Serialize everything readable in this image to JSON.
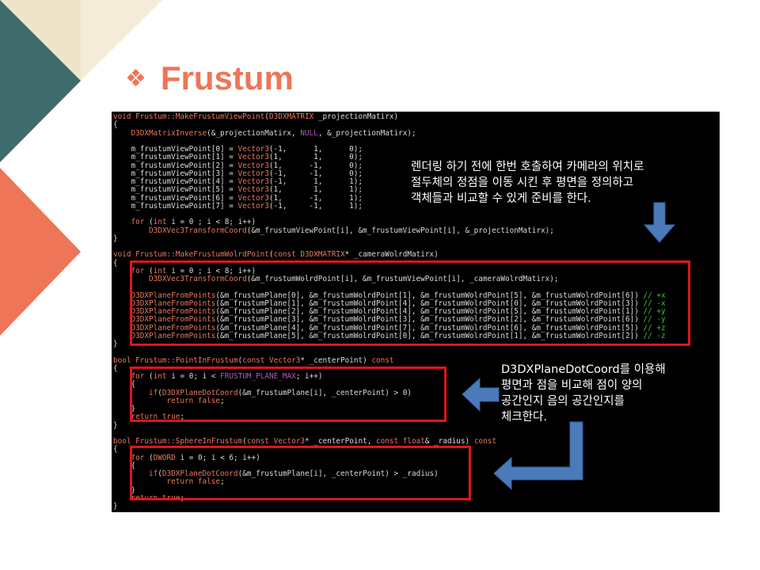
{
  "slide": {
    "title_bullet": "❖",
    "title": "Frustum"
  },
  "notes": {
    "note1": "렌더링 하기 전에 한번 호출하여 카메라의 위치로\n절두체의 정점을 이동 시킨 후 평면을 정의하고\n객체들과 비교할 수 있게 준비를 한다.",
    "note2": "D3DXPlaneDotCoord를 이용해\n평면과 점을 비교해 점이 양의\n공간인지 음의 공간인지를\n체크한다."
  },
  "colors": {
    "accent": "#ee7557",
    "teal": "#3f6b6c",
    "cream": "#f1ead6",
    "highlight": "#e0151a",
    "arrow": "#4a7ab9"
  }
}
